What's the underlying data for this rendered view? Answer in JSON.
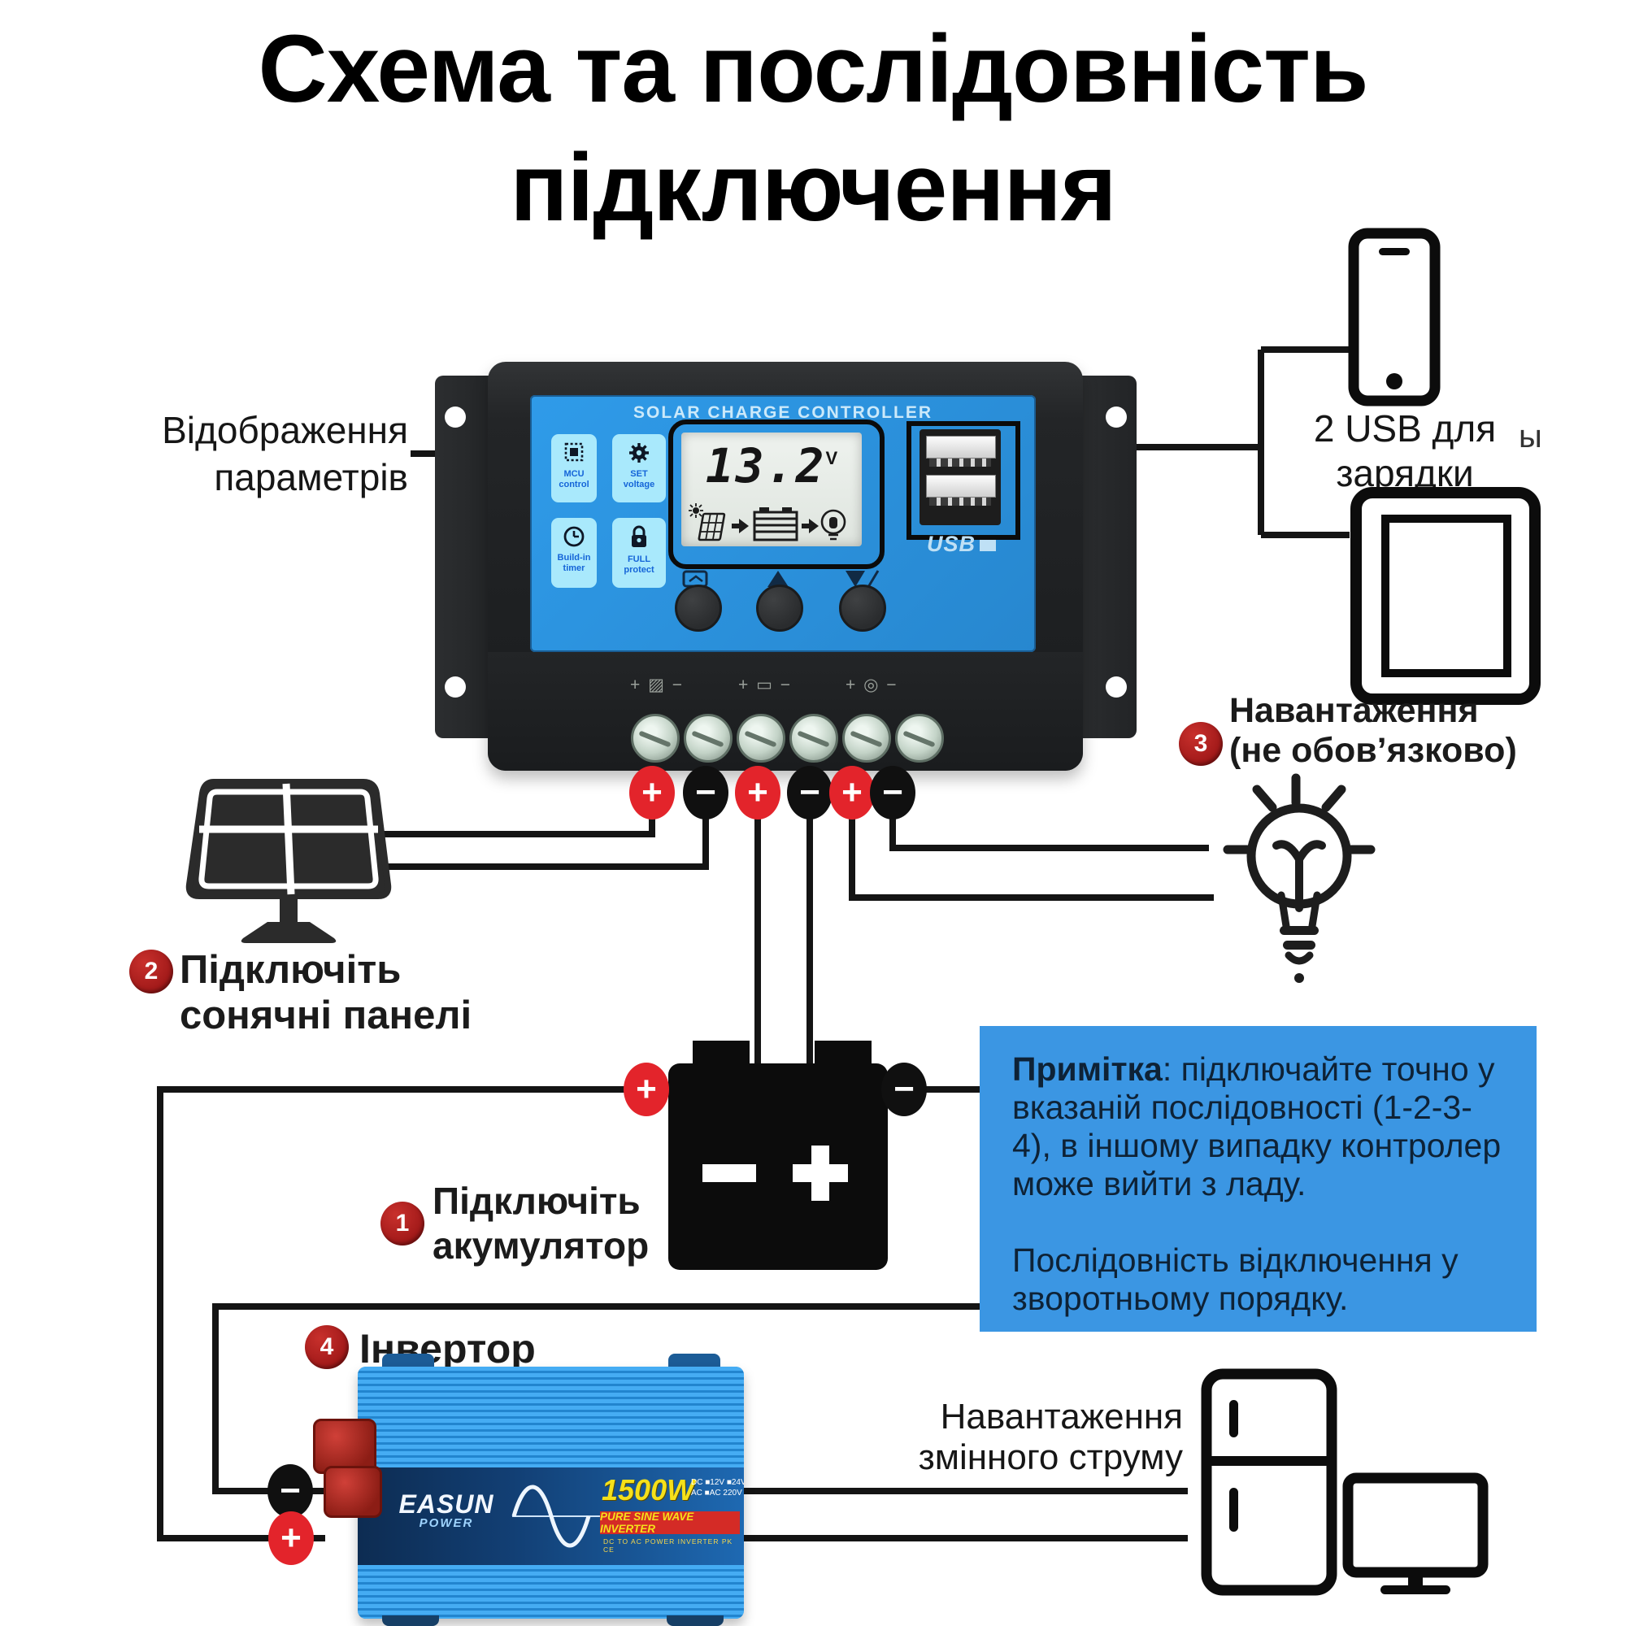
{
  "title": {
    "line1": "Схема та послідовність",
    "line2": "підключення"
  },
  "controller": {
    "title": "SOLAR CHARGE CONTROLLER",
    "tiles": [
      {
        "l1": "MCU",
        "l2": "control"
      },
      {
        "l1": "SET",
        "l2": "voltage"
      },
      {
        "l1": "Build-in",
        "l2": "timer"
      },
      {
        "l1": "FULL",
        "l2": "protect"
      }
    ],
    "lcd": {
      "value": "13.2",
      "unit": "V"
    },
    "usb_logo": "USB",
    "terminal_labels": [
      "+ ▨ −",
      "+ ▭ −",
      "+ ◎ −"
    ]
  },
  "badges": {
    "one": "1",
    "two": "2",
    "three": "3",
    "four": "4"
  },
  "labels": {
    "display_params": {
      "line1": "Відображення",
      "line2": "параметрів"
    },
    "usb": {
      "line1": "2 USB для",
      "line2": "зарядки"
    },
    "stray": "ы",
    "load_dc": {
      "line1": "Навантаження",
      "line2": "(не обов’язково)"
    },
    "solar": {
      "line1": "Підключіть",
      "line2": "сонячні панелі"
    },
    "battery": {
      "line1": "Підключіть",
      "line2": "акумулятор"
    },
    "inverter": "Інвертор",
    "load_ac": {
      "line1": "Навантаження",
      "line2": "змінного струму"
    }
  },
  "note": {
    "bold": "Примітка",
    "text1": ": підключайте точно у вказаній послідовності (1-2-3-4), в іншому випадку контролер може вийти з ладу.",
    "text2": "Послідовність відключення у зворотньому порядку."
  },
  "inverter": {
    "brand_top": "EASUN",
    "brand_bottom": "POWER",
    "power": "1500W",
    "spec1": "DC ■12V ■24V",
    "spec2": "AC ■AC 220V",
    "banner": "PURE SINE WAVE INVERTER",
    "banner_sub": "DC TO AC POWER INVERTER  PK CE"
  },
  "symbols": {
    "plus": "+",
    "minus": "−"
  },
  "colors": {
    "accent_blue": "#3B96E3",
    "panel_blue": "#2F9BE9",
    "badge_red": "#B01F1F",
    "terminal_red": "#E3242B",
    "terminal_black": "#101010",
    "wire": "#141414"
  }
}
